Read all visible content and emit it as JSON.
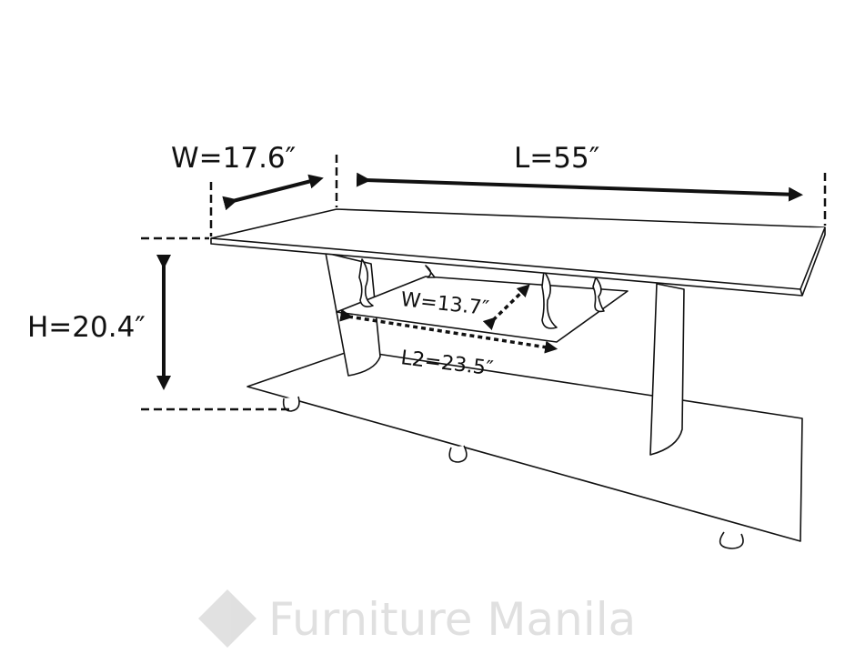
{
  "title": "Coffee table dimensions",
  "dimensions": {
    "width": "W=17.6″",
    "length": "L=55″",
    "height": "H=20.4″",
    "shelf_width": "W=13.7″",
    "shelf_length": "L2=23.5″"
  },
  "watermark": "Furniture Manila",
  "colors": {
    "line": "#111111",
    "watermark": "#d0d0d0"
  }
}
